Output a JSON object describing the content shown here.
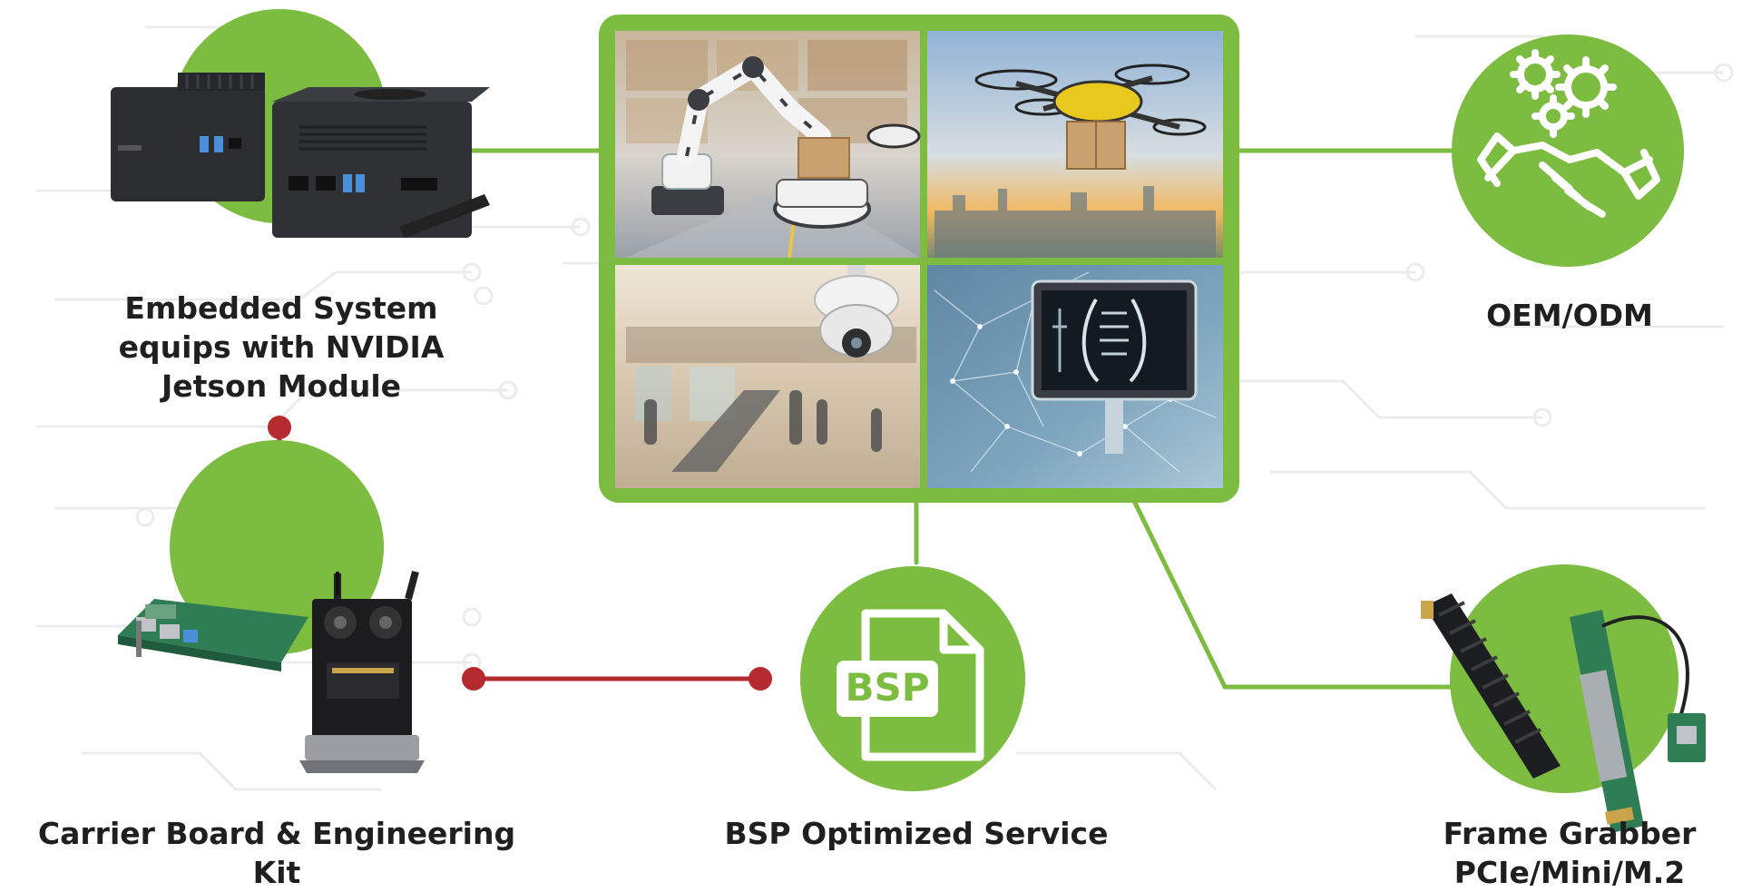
{
  "colors": {
    "green": "#7cbc41",
    "green_dark": "#5e9a2f",
    "red": "#b52a2f",
    "circuit": "#eceded",
    "device_dark": "#2b2d30"
  },
  "nodes": {
    "embedded": {
      "icon": "embedded-box-pc-icon",
      "label_lines": [
        "Embedded System",
        "equips with NVIDIA",
        "Jetson Module"
      ]
    },
    "carrier": {
      "icon": "carrier-board-kit-icon",
      "label_lines": [
        "Carrier Board & Engineering Kit"
      ]
    },
    "bsp": {
      "icon": "bsp-document-icon",
      "badge": "BSP",
      "label_lines": [
        "BSP Optimized Service"
      ]
    },
    "oem": {
      "icon": "gears-handshake-icon",
      "label_lines": [
        "OEM/ODM"
      ]
    },
    "frame": {
      "icon": "frame-grabber-cards-icon",
      "label_lines": [
        "Frame Grabber",
        "PCIe/Mini/M.2"
      ]
    }
  },
  "center_panel": {
    "tiles": [
      {
        "name": "warehouse-robot-arm",
        "icon": "robot-arm-icon"
      },
      {
        "name": "delivery-drone",
        "icon": "drone-icon"
      },
      {
        "name": "mall-surveillance-camera",
        "icon": "dome-camera-icon"
      },
      {
        "name": "medical-xray-monitor",
        "icon": "xray-monitor-icon"
      }
    ]
  }
}
